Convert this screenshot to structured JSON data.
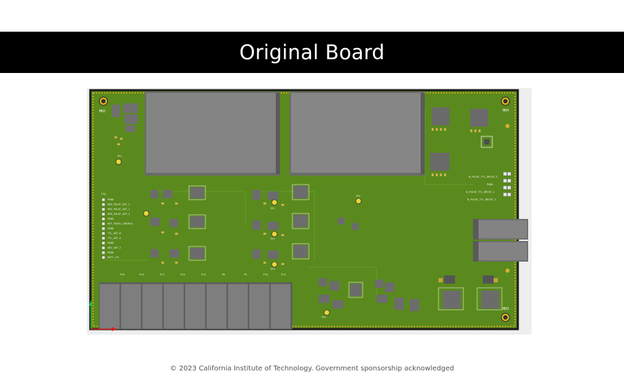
{
  "slide": {
    "title": "Original Board",
    "footer": "© 2023 California Institute of Technology. Government sponsorship acknowledged"
  },
  "board": {
    "mounting_holes": [
      "MH2",
      "MH4",
      "MH3"
    ],
    "connector_labels": [
      "P10",
      "P18",
      "P19",
      "P17",
      "P14",
      "P12",
      "P8",
      "P9",
      "P16",
      "P11"
    ],
    "test_points": [
      "TP1",
      "TP2",
      "TP3",
      "TP4",
      "TP5",
      "TP6"
    ],
    "left_net_labels": [
      "PGND",
      "HEB_PULSE_OUT_2",
      "HEB_PULSE_OUT_1",
      "HEB_PULSE_OUT_1",
      "PGND",
      "HOT_FOCUS_CONTROL",
      "PGND",
      "TTL_OUT_B",
      "TTL_OUT_A",
      "PGND",
      "AD2_OUT_2",
      "PGND",
      "HEPT_CTL"
    ],
    "right_net_labels": [
      "N_PULSE_TTL_DRIVE_2",
      "PGND",
      "N_PULSE_TTL_DRIVE_1",
      "N_PULSE_TTL_DRIVE_2"
    ],
    "colors": {
      "pcb": "#5a8a1e",
      "pcb_edge": "#c8a21a",
      "module": "#7d7d7d",
      "silkscreen": "#f2f2e6"
    }
  }
}
